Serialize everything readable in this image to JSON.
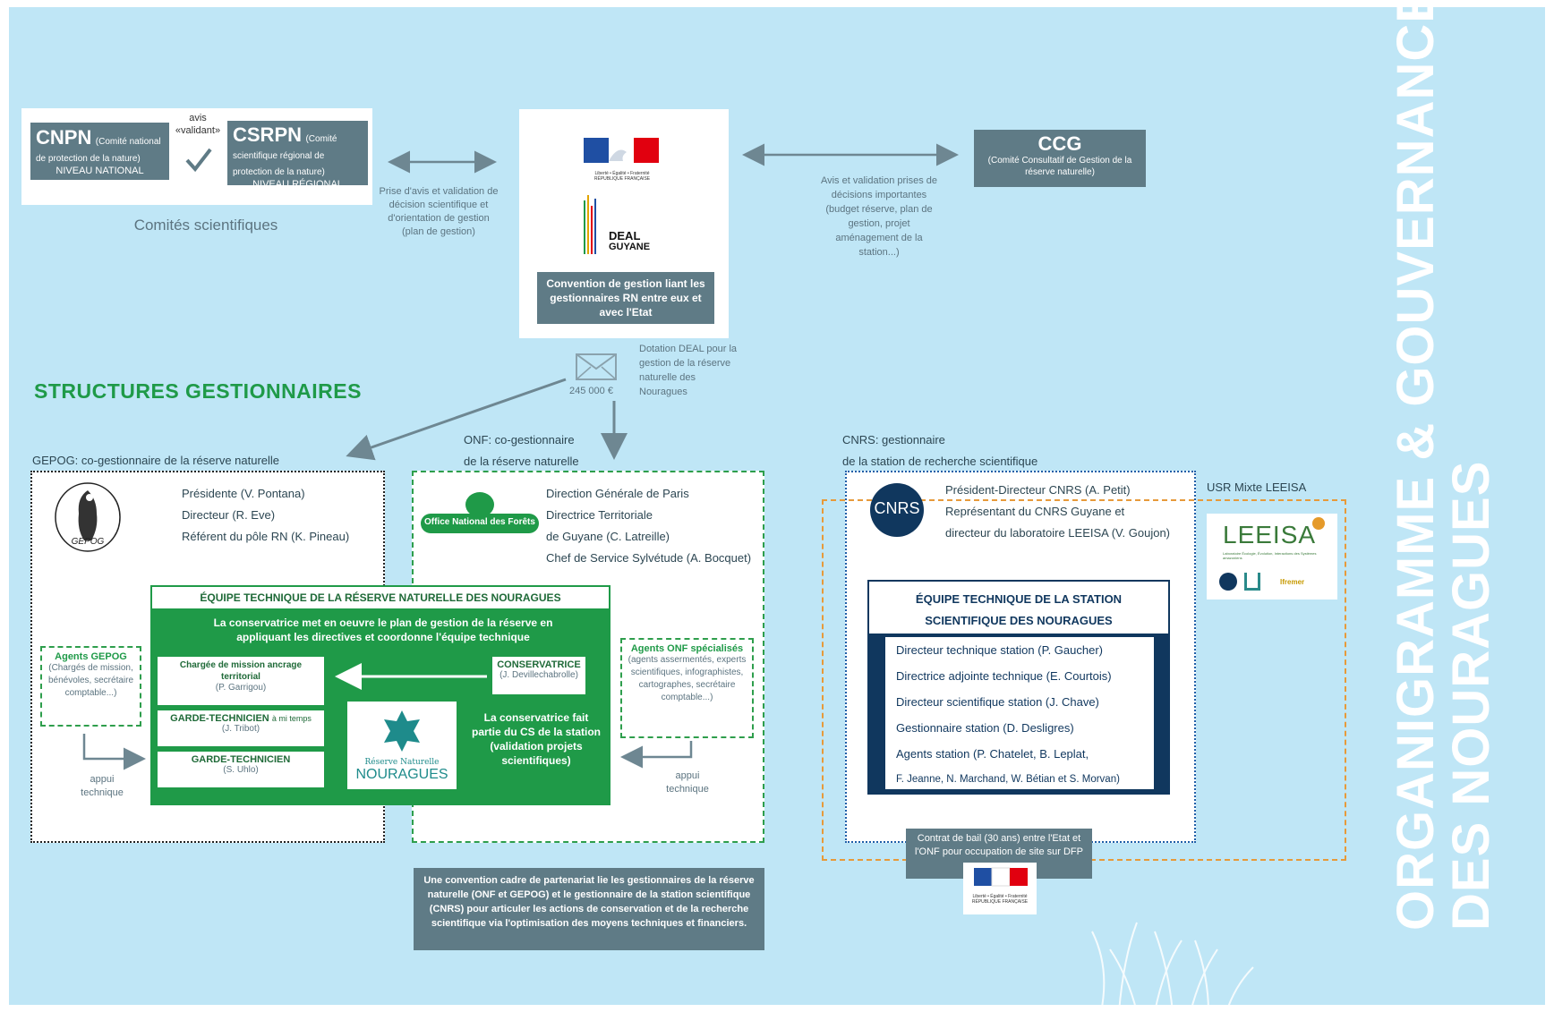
{
  "title": {
    "line1": "ORGANIGRAMME & GOUVERNANCE",
    "line2": "DES NOURAGUES"
  },
  "comites": {
    "cnpn": {
      "name": "CNPN",
      "desc": "(Comité national de protection de la nature)",
      "level": "NIVEAU NATIONAL"
    },
    "avis": "avis «validant»",
    "csrpn": {
      "name": "CSRPN",
      "desc": "(Comité scientifique régional de protection de la nature)",
      "level": "NIVEAU RÉGIONAL"
    },
    "caption": "Comités scientifiques"
  },
  "arrow_left_caption": "Prise d'avis et validation de décision scientifique et d'orientation de gestion (plan de gestion)",
  "deal": {
    "rf_label": "Liberté • Égalité • Fraternité RÉPUBLIQUE FRANÇAISE",
    "name": "DEAL",
    "region": "GUYANE",
    "convention": "Convention de gestion liant les gestionnaires RN entre eux et avec l'Etat"
  },
  "ccg": {
    "name": "CCG",
    "desc": "(Comité Consultatif de Gestion de la réserve naturelle)"
  },
  "arrow_right_caption": "Avis et validation prises de décisions importantes (budget réserve, plan de gestion, projet aménagement de la station...)",
  "dotation": {
    "amount": "245 000 €",
    "text": "Dotation DEAL pour la gestion de la réserve naturelle des Nouragues"
  },
  "structures_title": "STRUCTURES GESTIONNAIRES",
  "gepog": {
    "label": "GEPOG: co-gestionnaire de la réserve naturelle",
    "logo": "GEPOG",
    "people": [
      "Présidente (V. Pontana)",
      "Directeur (R. Eve)",
      "Référent du pôle RN (K. Pineau)"
    ],
    "agents_title": "Agents GEPOG",
    "agents_desc": "(Chargés de mission, bénévoles, secrétaire comptable...)",
    "appui": "appui technique"
  },
  "onf": {
    "label_line1": "ONF: co-gestionnaire",
    "label_line2": "de la réserve naturelle",
    "logo": "Office National des Forêts",
    "people": [
      "Direction Générale de Paris",
      "Directrice Territoriale",
      "de Guyane (C. Latreille)",
      "Chef de Service Sylvétude (A. Bocquet)"
    ],
    "agents_title": "Agents ONF spécialisés",
    "agents_desc": "(agents assermentés, experts scientifiques, infographistes, cartographes, secrétaire comptable...)",
    "appui": "appui technique"
  },
  "equipe_rn": {
    "title": "ÉQUIPE TECHNIQUE DE LA RÉSERVE NATURELLE DES NOURAGUES",
    "intro": "La conservatrice met en oeuvre le plan de gestion de la réserve en appliquant les directives et coordonne l'équipe technique",
    "chargee_title": "Chargée de mission ancrage territorial",
    "chargee_name": "(P. Garrigou)",
    "garde1_title": "GARDE-TECHNICIEN",
    "garde1_note": "à mi temps",
    "garde1_name": "(J. Tribot)",
    "garde2_title": "GARDE-TECHNICIEN",
    "garde2_name": "(S. Uhlo)",
    "conservatrice_title": "CONSERVATRICE",
    "conservatrice_name": "(J. Devillechabrolle)",
    "logo_top": "Réserve Naturelle",
    "logo_bottom": "NOURAGUES",
    "cs_text": "La conservatrice fait partie du CS de la station (validation projets scientifiques)"
  },
  "cnrs": {
    "label_line1": "CNRS: gestionnaire",
    "label_line2": "de la station de recherche scientifique",
    "logo": "CNRS",
    "people": [
      "Président-Directeur CNRS (A. Petit)",
      "Représentant du CNRS Guyane et",
      "directeur du laboratoire LEEISA (V. Goujon)"
    ],
    "equipe_title": "ÉQUIPE TECHNIQUE DE LA STATION SCIENTIFIQUE DES NOURAGUES",
    "staff": [
      "Directeur technique station (P. Gaucher)",
      "Directrice adjointe technique (E. Courtois)",
      "Directeur scientifique station (J. Chave)",
      "Gestionnaire station (D. Desligres)",
      "Agents station (P. Chatelet, B. Leplat,",
      "F. Jeanne, N. Marchand, W. Bétian et S. Morvan)"
    ]
  },
  "leeisa": {
    "label": "USR Mixte LEEISA",
    "logo": "LEEISA",
    "sub": "Laboratoire Écologie, Évolution, Interactions des Systèmes amazoniens",
    "partners": [
      "cnrs",
      "UG",
      "Ifremer"
    ]
  },
  "bail": "Contrat de bail (30 ans) entre l'Etat et l'ONF pour occupation de site sur DFP",
  "convention_cadre": "Une convention cadre de partenariat lie les gestionnaires de la réserve naturelle (ONF et GEPOG) et le gestionnaire de la station scientifique (CNRS) pour articuler les actions de conservation et de la recherche scientifique via l'optimisation des moyens techniques et financiers.",
  "colors": {
    "background": "#bfe6f6",
    "dark_box": "#5f7b86",
    "green": "#1f9a48",
    "navy": "#10375e",
    "title_green": "#1f9a48"
  }
}
